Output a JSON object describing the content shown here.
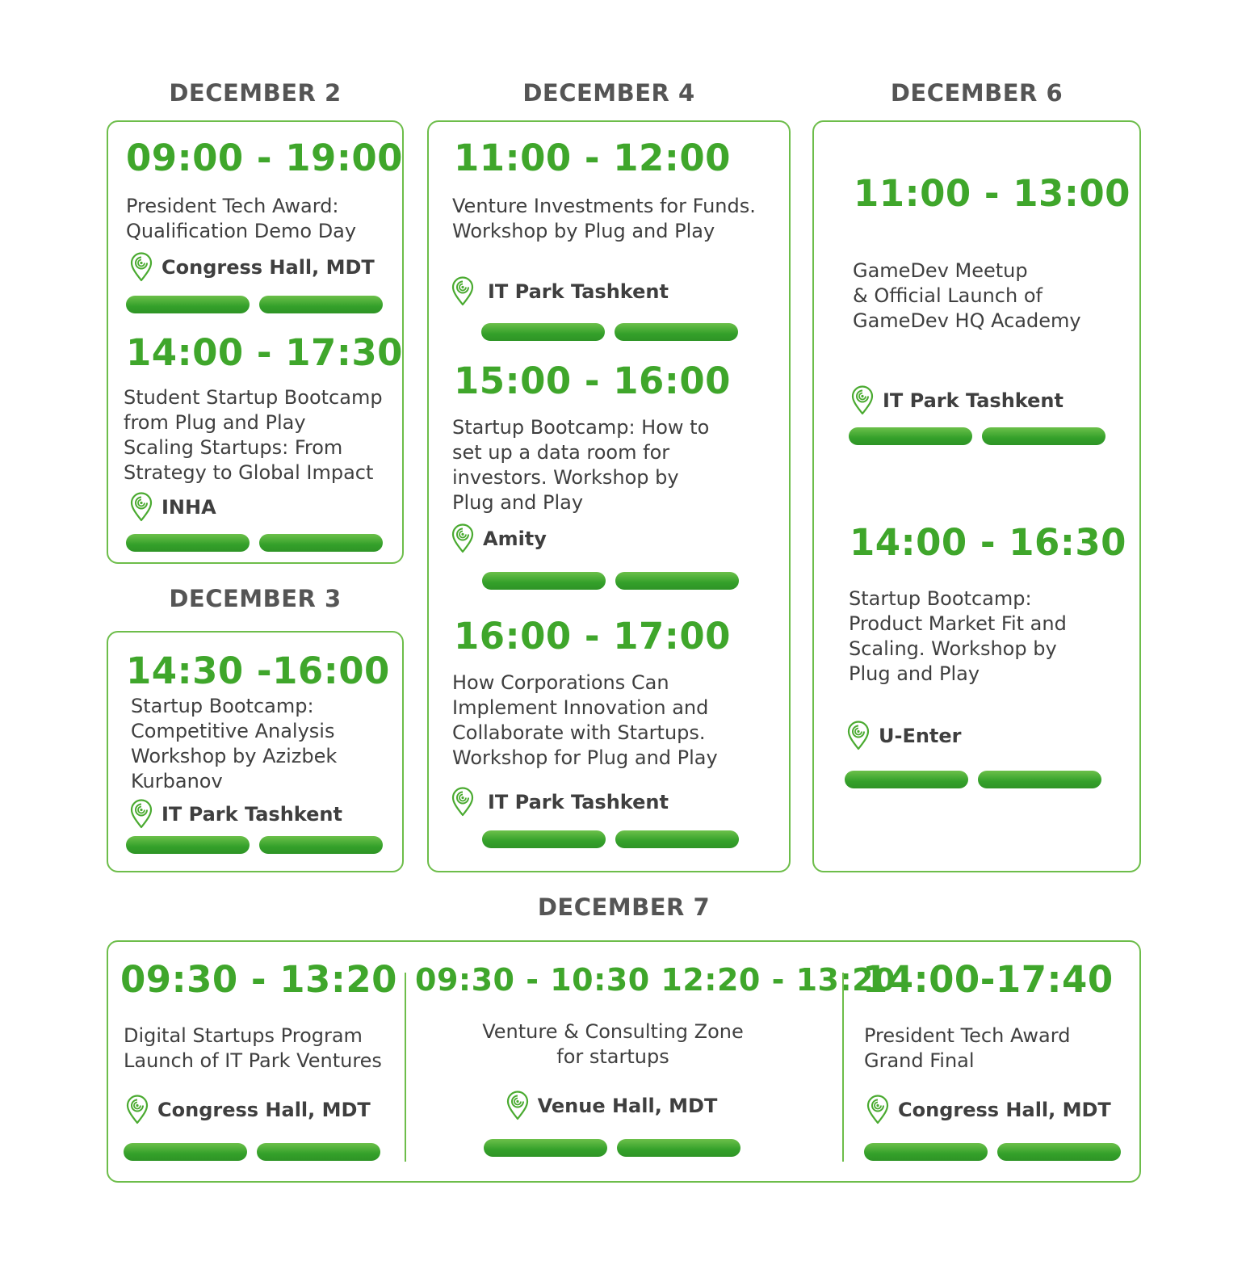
{
  "colors": {
    "accent": "#3fa62b",
    "border": "#6dbd4a",
    "heading": "#555555",
    "text": "#3f3f3f"
  },
  "icons": {
    "location": "location-pin-icon"
  },
  "dec2": {
    "heading": "DECEMBER 2",
    "events": [
      {
        "time": "09:00 - 19:00",
        "title": "President Tech Award:\nQualification Demo Day",
        "location": "Congress Hall,  MDT"
      },
      {
        "time": "14:00 - 17:30",
        "title": "Student Startup Bootcamp\nfrom Plug and Play\nScaling Startups: From\nStrategy to Global Impact",
        "location": "INHA"
      }
    ]
  },
  "dec3": {
    "heading": "DECEMBER 3",
    "events": [
      {
        "time": "14:30 -16:00",
        "title": "Startup Bootcamp:\nCompetitive Analysis\nWorkshop by Azizbek\nKurbanov",
        "location": "IT Park Tashkent"
      }
    ]
  },
  "dec4": {
    "heading": "DECEMBER 4",
    "events": [
      {
        "time": "11:00 - 12:00",
        "title": "Venture Investments for Funds.\nWorkshop by Plug and Play",
        "location": "IT Park Tashkent"
      },
      {
        "time": "15:00 - 16:00",
        "title": "Startup Bootcamp: How to\nset up a data room for\ninvestors. Workshop by\nPlug and Play",
        "location": "Amity"
      },
      {
        "time": "16:00 - 17:00",
        "title": "How Corporations Can\nImplement Innovation and\nCollaborate with Startups.\nWorkshop for Plug and Play",
        "location": "IT Park Tashkent"
      }
    ]
  },
  "dec6": {
    "heading": "DECEMBER 6",
    "events": [
      {
        "time": "11:00 - 13:00",
        "title": "GameDev Meetup\n& Official Launch of\nGameDev HQ Academy",
        "location": "IT Park Tashkent"
      },
      {
        "time": "14:00 - 16:30",
        "title": "Startup Bootcamp:\nProduct Market Fit  and\nScaling. Workshop by\nPlug and Play",
        "location": "U-Enter"
      }
    ]
  },
  "dec7": {
    "heading": "DECEMBER 7",
    "events": [
      {
        "time": "09:30 - 13:20",
        "title": "Digital Startups Program\nLaunch of IT Park Ventures",
        "location": "Congress Hall,  MDT"
      },
      {
        "time": "09:30 - 10:30 12:20 - 13:20",
        "title": "Venture & Consulting Zone\nfor startups",
        "location": "Venue Hall,  MDT"
      },
      {
        "time": "14:00-17:40",
        "title": "President Tech Award\nGrand Final",
        "location": "Congress Hall,  MDT"
      }
    ]
  }
}
